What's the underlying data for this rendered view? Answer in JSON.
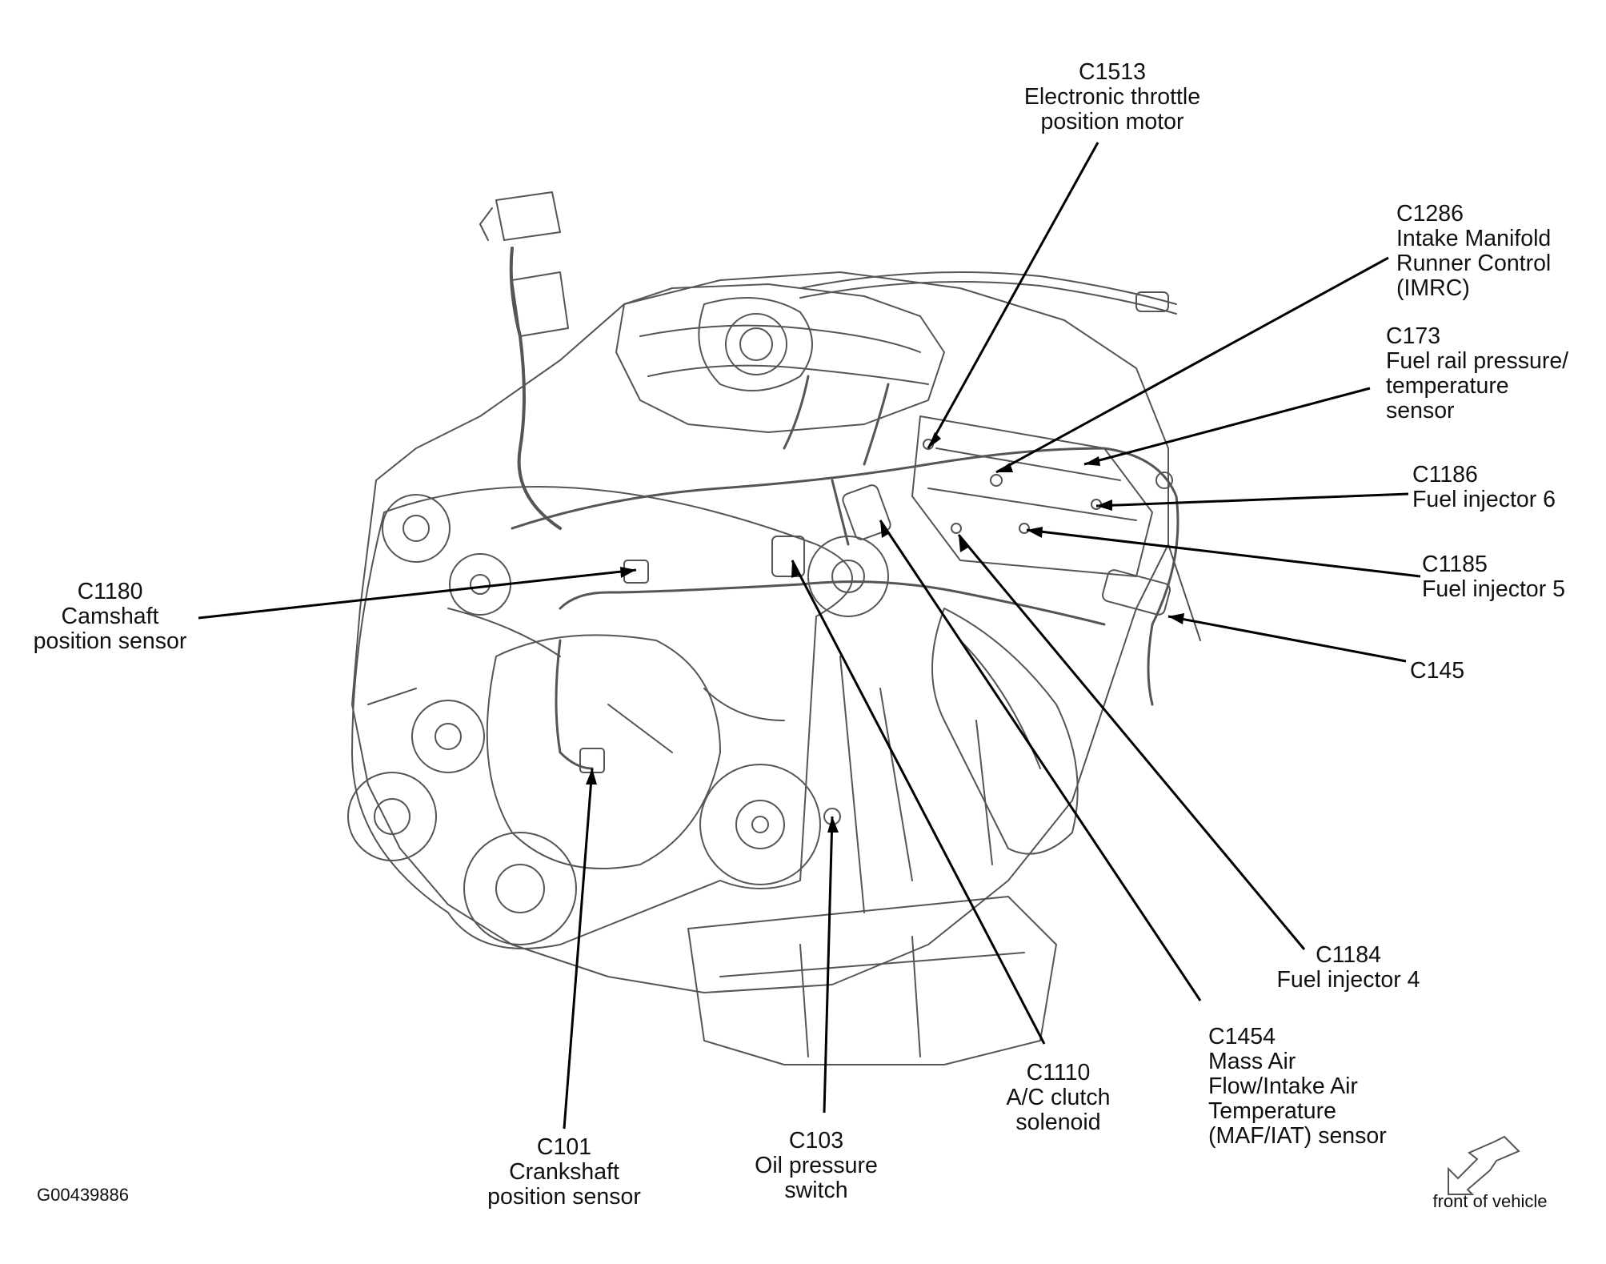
{
  "figure_id": "G00439886",
  "orientation_label": "front of vehicle",
  "callouts": {
    "c1513": {
      "code": "C1513",
      "lines": [
        "Electronic throttle",
        "position motor"
      ]
    },
    "c1286": {
      "code": "C1286",
      "lines": [
        "Intake Manifold",
        "Runner Control",
        "(IMRC)"
      ]
    },
    "c173": {
      "code": "C173",
      "lines": [
        "Fuel rail pressure/",
        "temperature",
        "sensor"
      ]
    },
    "c1186": {
      "code": "C1186",
      "lines": [
        "Fuel injector 6"
      ]
    },
    "c1185": {
      "code": "C1185",
      "lines": [
        "Fuel injector 5"
      ]
    },
    "c145": {
      "code": "C145",
      "lines": []
    },
    "c1180": {
      "code": "C1180",
      "lines": [
        "Camshaft",
        "position sensor"
      ]
    },
    "c1184": {
      "code": "C1184",
      "lines": [
        "Fuel injector 4"
      ]
    },
    "c1454": {
      "code": "C1454",
      "lines": [
        "Mass Air",
        "Flow/Intake Air",
        "Temperature",
        "(MAF/IAT) sensor"
      ]
    },
    "c1110": {
      "code": "C1110",
      "lines": [
        "A/C clutch",
        "solenoid"
      ]
    },
    "c103": {
      "code": "C103",
      "lines": [
        "Oil pressure",
        "switch"
      ]
    },
    "c101": {
      "code": "C101",
      "lines": [
        "Crankshaft",
        "position sensor"
      ]
    }
  }
}
